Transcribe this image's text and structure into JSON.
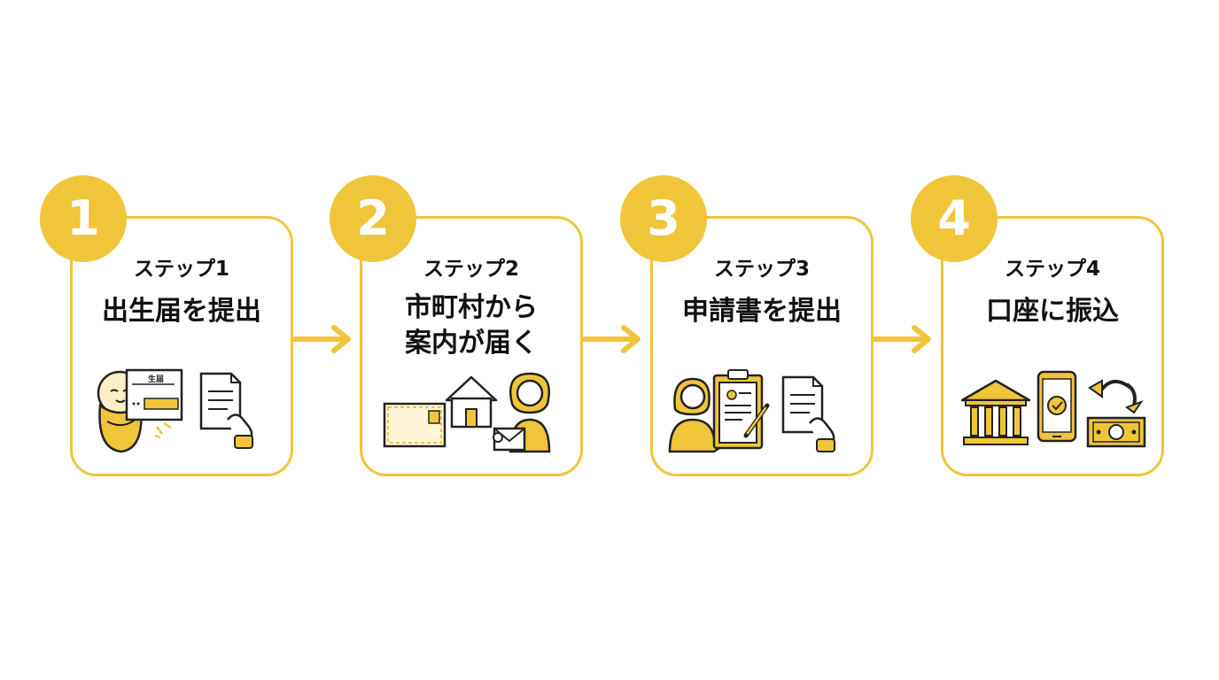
{
  "colors": {
    "accent": "#F0C53A",
    "ink": "#111111",
    "background": "#FFFFFF"
  },
  "steps": [
    {
      "number": "1",
      "label": "ステップ1",
      "title": "出生届を提出",
      "form_text": "生届",
      "icons": [
        "baby-icon",
        "birth-form-icon",
        "hand-document-icon"
      ]
    },
    {
      "number": "2",
      "label": "ステップ2",
      "title_lines": [
        "市町村から",
        "案内が届く"
      ],
      "icons": [
        "envelope-icon",
        "house-icon",
        "woman-letter-icon"
      ]
    },
    {
      "number": "3",
      "label": "ステップ3",
      "title": "申請書を提出",
      "icons": [
        "person-writing-icon",
        "clipboard-icon",
        "hand-document-icon"
      ]
    },
    {
      "number": "4",
      "label": "ステップ4",
      "title": "口座に振込",
      "icons": [
        "bank-icon",
        "smartphone-check-icon",
        "money-transfer-icon"
      ]
    }
  ]
}
